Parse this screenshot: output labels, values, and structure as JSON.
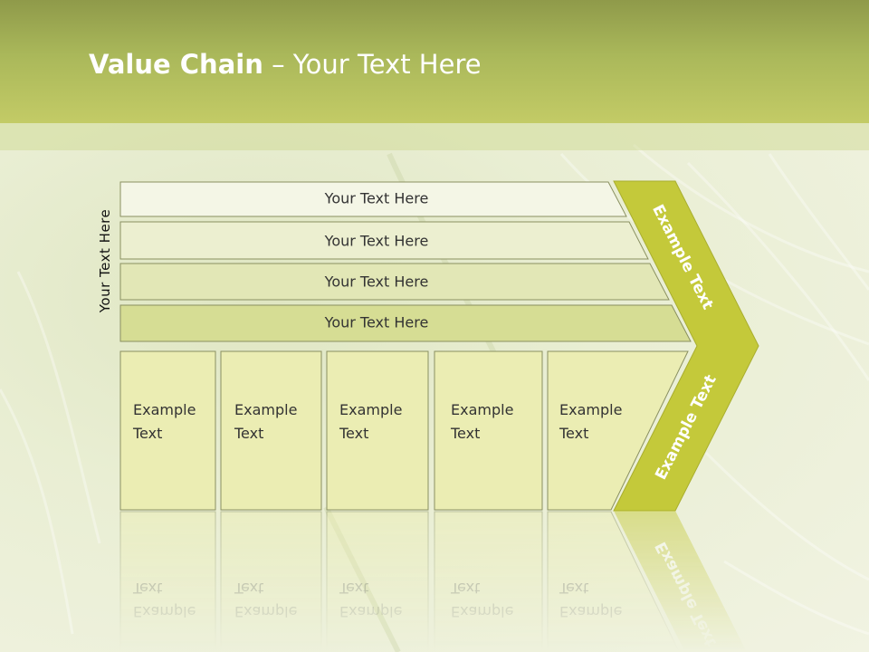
{
  "slide": {
    "title_bold": "Value Chain",
    "title_rest": " – Your Text Here",
    "side_label": "Your Text Here"
  },
  "bars": [
    {
      "label": "Your Text Here",
      "fill": "#f4f6e6"
    },
    {
      "label": "Your Text Here",
      "fill": "#ecefd0"
    },
    {
      "label": "Your Text Here",
      "fill": "#e2e7b6"
    },
    {
      "label": "Your Text Here",
      "fill": "#d6dd94"
    }
  ],
  "cells": [
    {
      "line1": "Example",
      "line2": "Text"
    },
    {
      "line1": "Example",
      "line2": "Text"
    },
    {
      "line1": "Example",
      "line2": "Text"
    },
    {
      "line1": "Example",
      "line2": "Text"
    },
    {
      "line1": "Example",
      "line2": "Text"
    }
  ],
  "arrow": {
    "top_label": "Example Text",
    "bottom_label": "Example Text",
    "color": "#c4c93a"
  },
  "colors": {
    "header": "#aab85a",
    "cell_fill": "#ebedb3",
    "border": "#8a9060"
  }
}
